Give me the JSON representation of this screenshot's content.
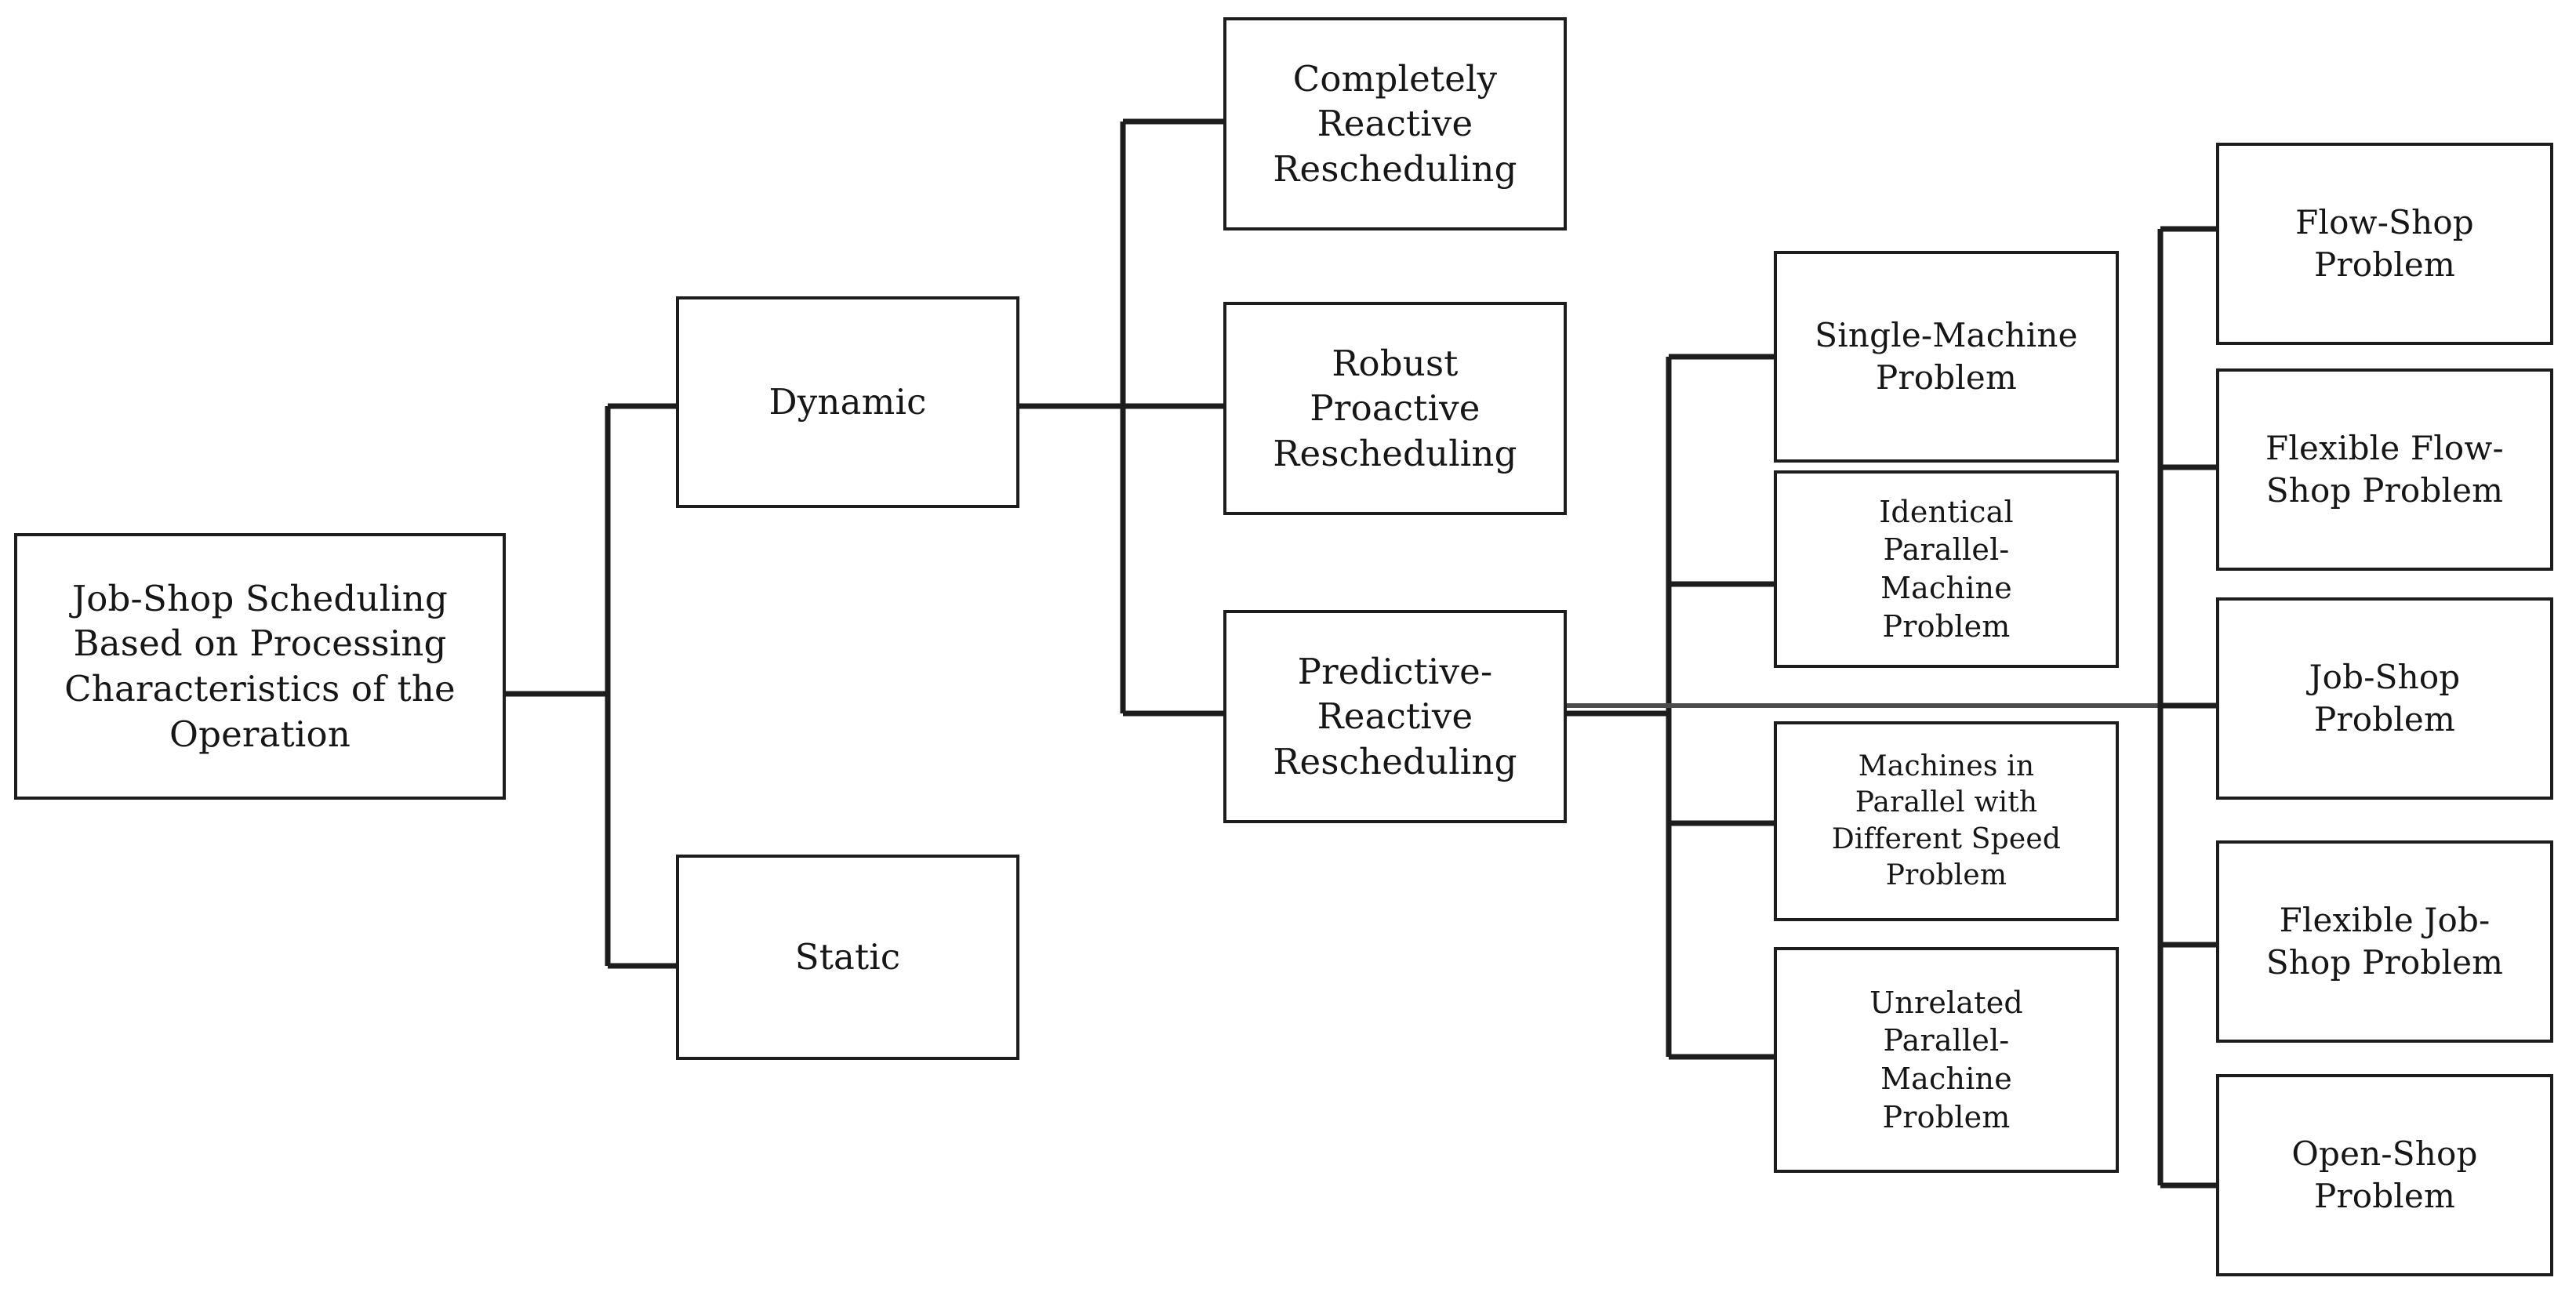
{
  "diagram": {
    "type": "hierarchy-tree",
    "orientation": "left-to-right",
    "line_color": "#1d1d1d",
    "box_border_color": "#1d1d1d",
    "box_fill_color": "#ffffff",
    "text_color": "#161616",
    "root": {
      "label": "Job-Shop Scheduling\nBased on Processing\nCharacteristics of the\nOperation"
    },
    "level2": [
      {
        "label": "Dynamic"
      },
      {
        "label": "Static"
      }
    ],
    "level3": [
      {
        "label": "Completely\nReactive\nRescheduling"
      },
      {
        "label": "Robust\nProactive\nRescheduling"
      },
      {
        "label": "Predictive-\nReactive\nRescheduling"
      }
    ],
    "level4_machine_problems": [
      {
        "label": "Single-Machine\nProblem"
      },
      {
        "label": "Identical\nParallel-\nMachine\nProblem"
      },
      {
        "label": "Machines in\nParallel with\nDifferent Speed\nProblem"
      },
      {
        "label": "Unrelated\nParallel-\nMachine\nProblem"
      }
    ],
    "level4_shop_problems": [
      {
        "label": "Flow-Shop\nProblem"
      },
      {
        "label": "Flexible Flow-\nShop Problem"
      },
      {
        "label": "Job-Shop\nProblem"
      },
      {
        "label": "Flexible Job-\nShop Problem"
      },
      {
        "label": "Open-Shop\nProblem"
      }
    ]
  }
}
